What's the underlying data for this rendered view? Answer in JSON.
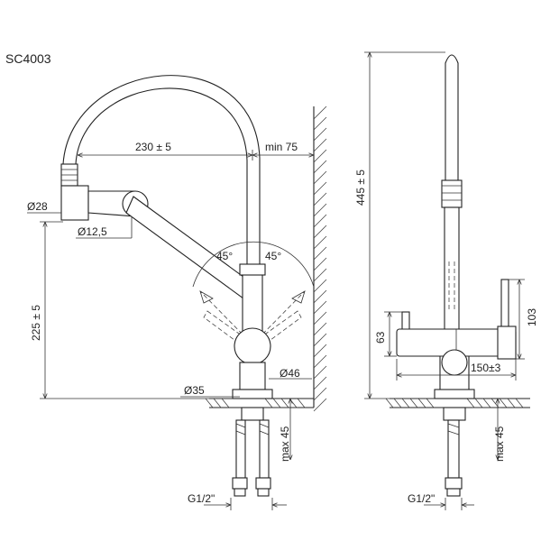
{
  "model": "SC4003",
  "dimensions": {
    "spout_reach": "230 ± 5",
    "wall_clearance": "min 75",
    "spout_diameter": "Ø28",
    "outlet_diameter": "Ø12,5",
    "angle_left": "45°",
    "angle_right": "45°",
    "spout_height": "225 ± 5",
    "base_diameter": "Ø35",
    "body_diameter": "Ø46",
    "max_deck_left": "max 45",
    "thread_left": "G1/2\"",
    "total_height": "445 ± 5",
    "body_height": "63",
    "lever_height": "103",
    "body_width": "150±3",
    "max_deck_right": "max 45",
    "thread_right": "G1/2\""
  }
}
